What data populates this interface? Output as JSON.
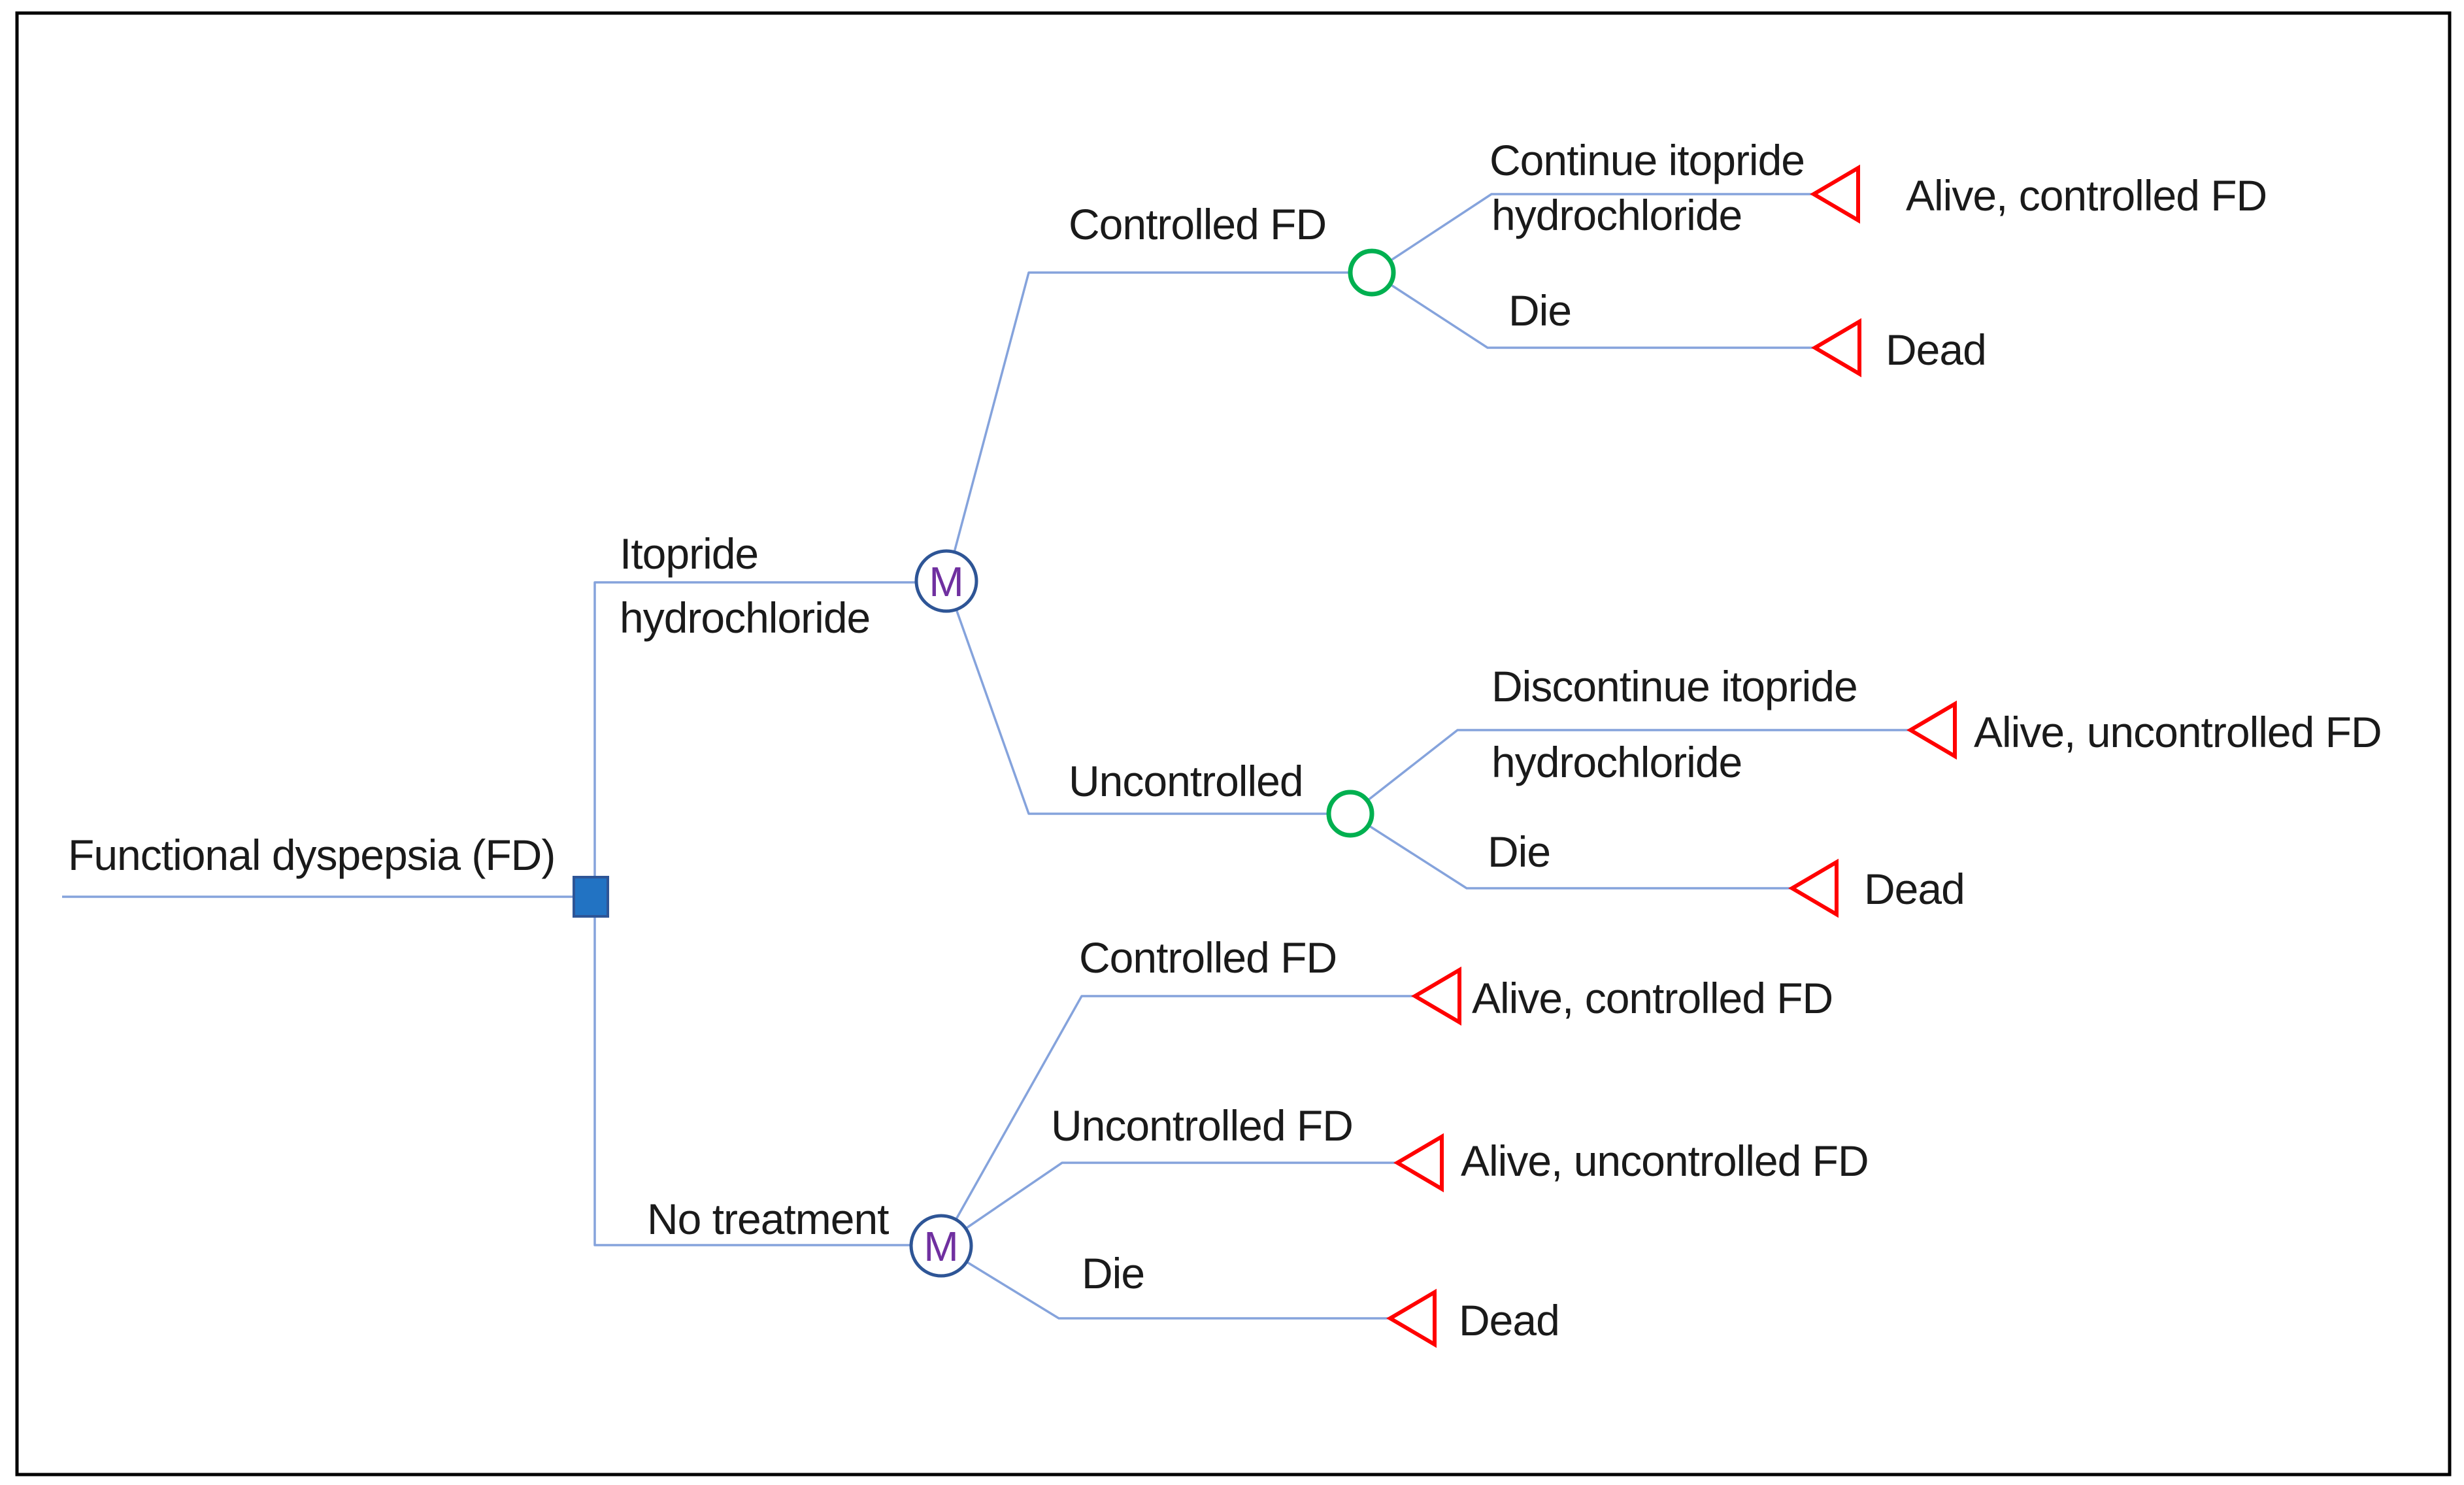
{
  "figure": {
    "type": "decision-tree",
    "description": "Markov decision tree for functional dyspepsia treatment strategies"
  },
  "colors": {
    "background": "#FFFFFF",
    "border": "#000000",
    "branch_line": "#85A3DC",
    "decision_fill": "#2273C3",
    "decision_stroke": "#2E5596",
    "markov_ring": "#2E5596",
    "markov_letter": "#7030A0",
    "chance_ring": "#00B050",
    "terminal": "#FF0000",
    "text": "#1A1A1A"
  },
  "tree": {
    "root": {
      "label": "Functional dyspepsia (FD)",
      "node_type": "decision"
    },
    "branches": {
      "itopride": {
        "label_line1": "Itopride",
        "label_line2": "hydrochloride",
        "node_type": "markov",
        "symbol": "M",
        "children": {
          "controlled": {
            "label": "Controlled FD",
            "node_type": "chance",
            "children": {
              "continue_treatment": {
                "label_line1": "Continue itopride",
                "label_line2": "hydrochloride",
                "node_type": "terminal",
                "outcome": "Alive, controlled FD"
              },
              "die": {
                "label": "Die",
                "node_type": "terminal",
                "outcome": "Dead"
              }
            }
          },
          "uncontrolled": {
            "label": "Uncontrolled",
            "node_type": "chance",
            "children": {
              "discontinue_treatment": {
                "label_line1": "Discontinue itopride",
                "label_line2": "hydrochloride",
                "node_type": "terminal",
                "outcome": "Alive, uncontrolled FD"
              },
              "die": {
                "label": "Die",
                "node_type": "terminal",
                "outcome": "Dead"
              }
            }
          }
        }
      },
      "no_treatment": {
        "label": "No treatment",
        "node_type": "markov",
        "symbol": "M",
        "children": {
          "controlled": {
            "label": "Controlled FD",
            "node_type": "terminal",
            "outcome": "Alive, controlled FD"
          },
          "uncontrolled": {
            "label": "Uncontrolled FD",
            "node_type": "terminal",
            "outcome": "Alive, uncontrolled FD"
          },
          "die": {
            "label": "Die",
            "node_type": "terminal",
            "outcome": "Dead"
          }
        }
      }
    }
  }
}
